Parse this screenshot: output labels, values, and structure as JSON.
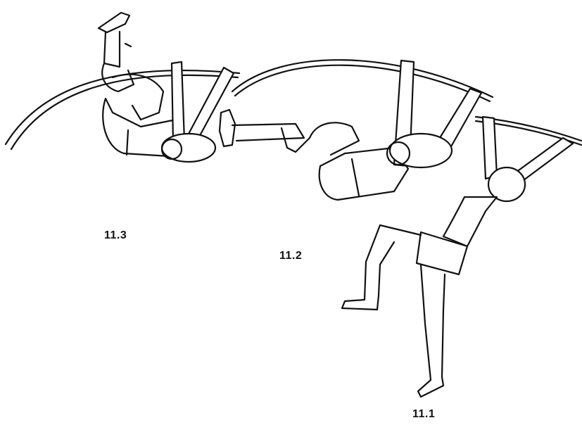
{
  "figures": [
    {
      "id": "11.3",
      "label": "11.3"
    },
    {
      "id": "11.2",
      "label": "11.2"
    },
    {
      "id": "11.1",
      "label": "11.1"
    }
  ],
  "colors": {
    "ink": "#111111",
    "background": "#ffffff"
  }
}
